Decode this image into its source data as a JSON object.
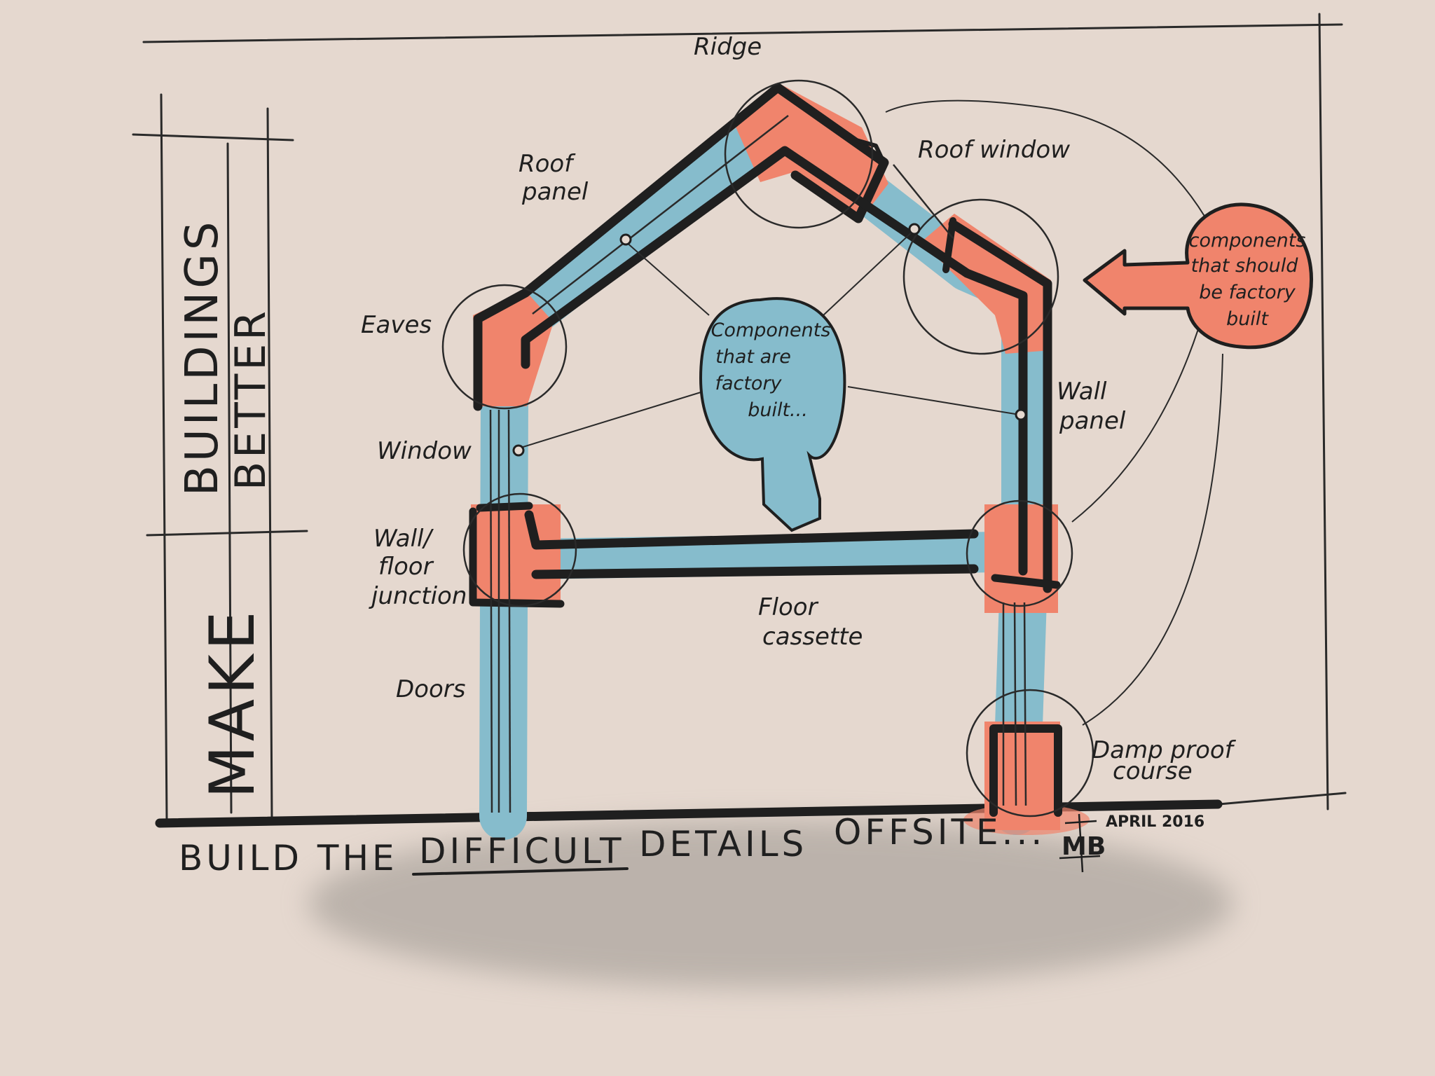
{
  "title": {
    "make": "MAKE",
    "buildings": "BUILDINGS",
    "better": "BETTER"
  },
  "tagline": {
    "part1": "BUILD THE",
    "emphasis": "DIFFICULT",
    "part2": "DETAILS",
    "part3": "OFFSITE..."
  },
  "labels": {
    "ridge": "Ridge",
    "roof_panel_1": "Roof",
    "roof_panel_2": "panel",
    "roof_window": "Roof window",
    "eaves": "Eaves",
    "window": "Window",
    "wall_floor_1": "Wall/",
    "wall_floor_2": "floor",
    "wall_floor_3": "junction",
    "doors": "Doors",
    "wall_panel_1": "Wall",
    "wall_panel_2": "panel",
    "floor_cassette_1": "Floor",
    "floor_cassette_2": "cassette",
    "damp_proof_1": "Damp proof",
    "damp_proof_2": "course"
  },
  "bubbles": {
    "blue": [
      "Components",
      "that are",
      "factory",
      "built..."
    ],
    "red": [
      "components",
      "that should",
      "be factory",
      "built"
    ]
  },
  "signature": {
    "date": "APRIL 2016",
    "monogram": "MB"
  },
  "colors": {
    "background": "#e5d8cf",
    "factory_built_blue": "#86bccc",
    "should_be_factory_red": "#f0846c",
    "ink": "#1f1f1f",
    "shadow": "#9a948e"
  }
}
